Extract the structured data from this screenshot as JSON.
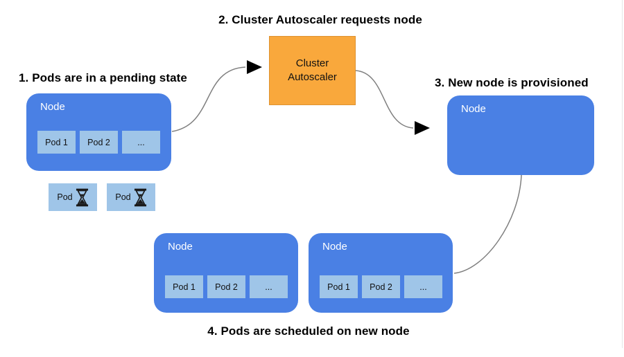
{
  "labels": {
    "step1": "1. Pods are in a pending state",
    "step2": "2. Cluster Autoscaler requests node",
    "step3": "3. New node is provisioned",
    "step4": "4. Pods are scheduled on new node"
  },
  "autoscaler": {
    "label": "Cluster Autoscaler"
  },
  "nodes": {
    "node1": {
      "title": "Node",
      "pods": [
        "Pod 1",
        "Pod 2",
        "..."
      ]
    },
    "node3": {
      "title": "Node",
      "pods": []
    },
    "nodeA": {
      "title": "Node",
      "pods": [
        "Pod 1",
        "Pod 2",
        "..."
      ]
    },
    "nodeB": {
      "title": "Node",
      "pods": [
        "Pod 1",
        "Pod 2",
        "..."
      ]
    }
  },
  "pending_pods": [
    {
      "label": "Pod",
      "icon": "hourglass-icon"
    },
    {
      "label": "Pod",
      "icon": "hourglass-icon"
    }
  ],
  "colors": {
    "node_fill": "#4A80E4",
    "pod_fill": "#9FC5E8",
    "autoscaler_fill": "#F9A83C",
    "autoscaler_border": "#DE9230",
    "connector": "#7f7f7f",
    "arrowhead": "#000000",
    "node_title_text": "#ffffff",
    "label_text": "#000000"
  }
}
